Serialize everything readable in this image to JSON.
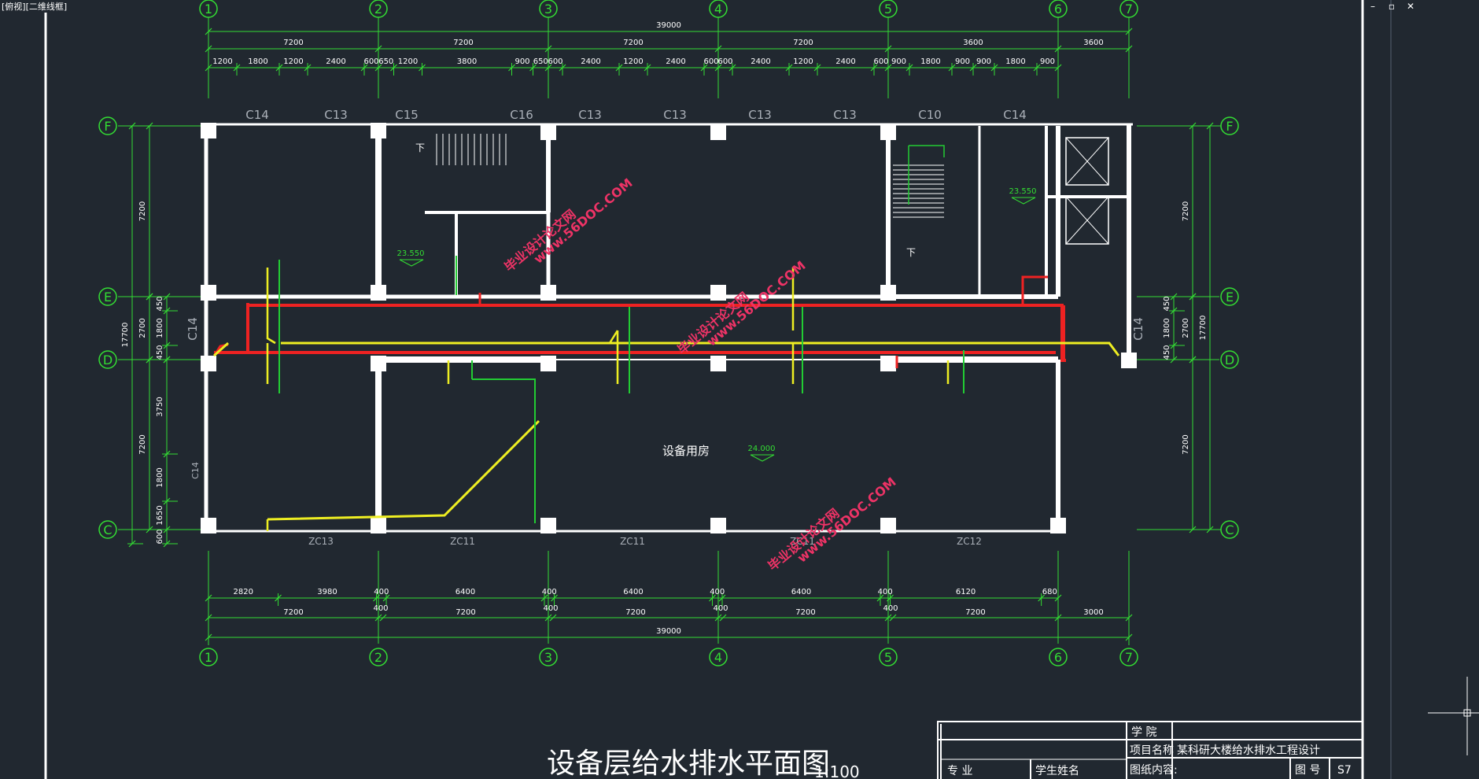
{
  "viewport_label": "[俯视][二维线框]",
  "window_controls": {
    "minimize": "–",
    "restore": "▫",
    "close": "✕"
  },
  "colors": {
    "background": "#212830",
    "dimension": "#33dd33",
    "wall": "#ffffff",
    "water_supply": "#ee2222",
    "drainage": "#eeee22",
    "green_pipe": "#22cc33",
    "frame": "#ffffff",
    "watermark": "#ee3366"
  },
  "axes_top": [
    "1",
    "2",
    "3",
    "4",
    "5",
    "6",
    "7"
  ],
  "axes_left": [
    "F",
    "E",
    "D",
    "C"
  ],
  "dimensions": {
    "total": "39000",
    "bays": [
      "7200",
      "7200",
      "7200",
      "7200",
      "3600",
      "3600",
      "3000"
    ],
    "details_top": [
      "1200",
      "1800",
      "1200",
      "2400",
      "600",
      "650",
      "1200",
      "3800",
      "900",
      "650",
      "600",
      "2400",
      "1200",
      "2400",
      "600",
      "600",
      "2400",
      "1200",
      "2400",
      "600",
      "900",
      "1800",
      "900",
      "900",
      "1800",
      "900"
    ],
    "details_bottom": [
      "2820",
      "3980",
      "400",
      "6400",
      "400",
      "6400",
      "400",
      "6400",
      "400",
      "6120",
      "680"
    ],
    "bottom_bays": [
      "7200",
      "400",
      "7200",
      "400",
      "7200",
      "400",
      "7200",
      "400",
      "7200",
      "3000"
    ],
    "left": [
      "7200",
      "450",
      "1800",
      "450",
      "17700",
      "2700",
      "3750",
      "7200",
      "1800",
      "1650",
      "600"
    ],
    "right": [
      "7200",
      "450",
      "1800",
      "450",
      "2700",
      "17700",
      "7200"
    ]
  },
  "windows_top": [
    "C14",
    "C13",
    "C15",
    "C16",
    "C13",
    "C13",
    "C13",
    "C13",
    "C10",
    "C14"
  ],
  "windows_bottom": [
    "ZC13",
    "ZC11",
    "ZC11",
    "ZC11",
    "ZC12"
  ],
  "windows_side": [
    "C14",
    "C14",
    "C14"
  ],
  "labels": {
    "stair_down_1": "下",
    "stair_down_2": "下",
    "elev_1": "23.550",
    "elev_2": "23.550",
    "elev_3": "24.000",
    "room": "设备用房"
  },
  "watermarks": [
    {
      "line1": "毕业设计论文网",
      "line2": "www.56DOC.COM"
    },
    {
      "line1": "毕业设计论文网",
      "line2": "www.56DOC.COM"
    },
    {
      "line1": "毕业设计论文网",
      "line2": "www.56DOC.COM"
    }
  ],
  "drawing_title": "设备层给水排水平面图",
  "scale": "1:100",
  "title_block": {
    "school": "学  院",
    "project_label": "项目名称",
    "project_name": "某科研大楼给水排水工程设计",
    "major": "专  业",
    "student": "学生姓名",
    "content": "图纸内容:",
    "sheet_label": "图 号",
    "sheet_no": "S7"
  }
}
